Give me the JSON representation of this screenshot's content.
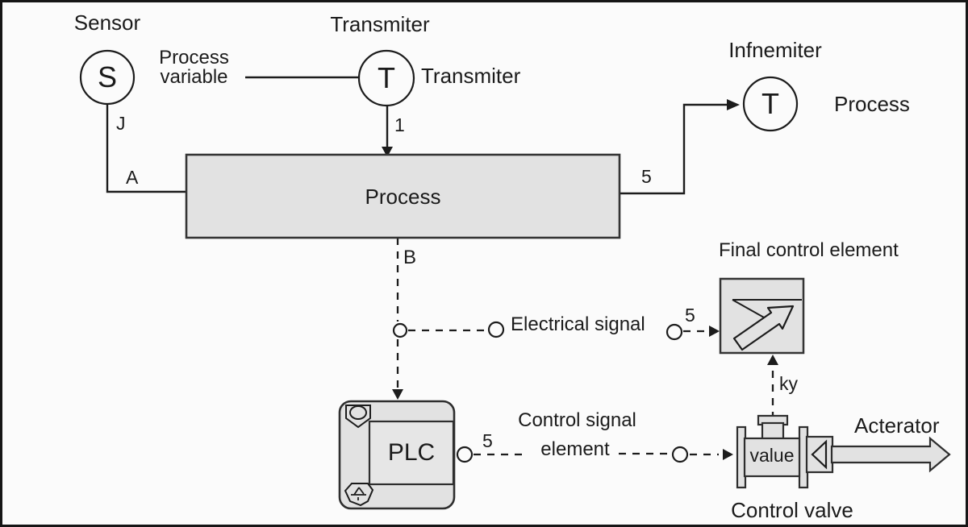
{
  "colors": {
    "background": "#fbfbfb",
    "box_fill": "#e2e2e2",
    "inner_fill": "#e6e6e6",
    "line": "#1c1c1c",
    "box_border": "#343434"
  },
  "sensor": {
    "title": "Sensor",
    "symbol": "S",
    "drop_label": "J",
    "input_label": "A"
  },
  "transmitter": {
    "title": "Transmiter",
    "symbol": "T",
    "side_label": "Transmiter",
    "output_label": "1"
  },
  "process_variable": {
    "line1": "Process",
    "line2": "variable"
  },
  "indicator": {
    "title": "Infnemiter",
    "symbol": "T",
    "side_label": "Process",
    "input_tag": "5"
  },
  "process": {
    "label": "Process",
    "output_label": "B"
  },
  "electrical_signal": {
    "label": "Electrical signal",
    "tag": "5"
  },
  "plc": {
    "label": "PLC",
    "output_tag": "5"
  },
  "control_signal": {
    "line1": "Control signal",
    "line2": "element"
  },
  "final_control": {
    "title": "Final control element",
    "input_label": "ky"
  },
  "valve": {
    "body_label": "value",
    "caption": "Control valve",
    "actuator_label": "Acterator"
  }
}
